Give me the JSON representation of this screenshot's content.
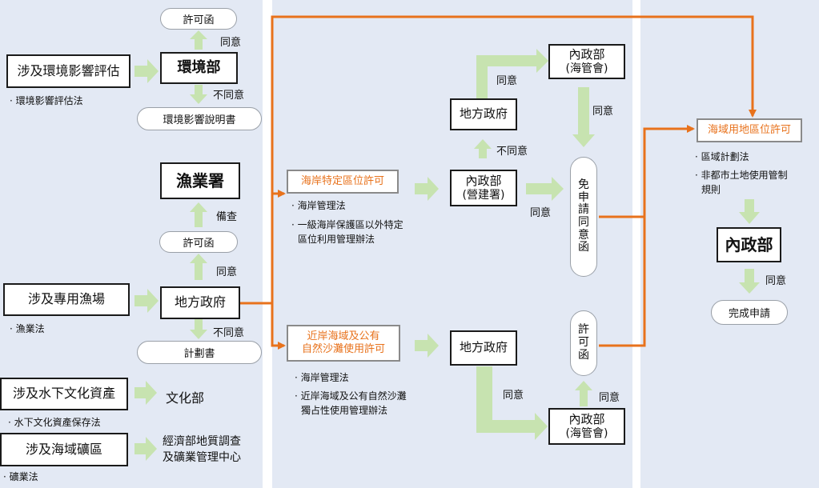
{
  "env": {
    "eia": "涉及環境影響評估",
    "eia_law": "· 環境影響評估法",
    "epa": "環境部",
    "permit": "許可函",
    "agree": "同意",
    "disagree": "不同意",
    "eis": "環境影響說明書"
  },
  "fish": {
    "agency": "漁業署",
    "record": "備查",
    "permit": "許可函",
    "agree": "同意",
    "source": "涉及專用漁場",
    "law": "· 漁業法",
    "local_gov": "地方政府",
    "disagree": "不同意",
    "plan": "計劃書"
  },
  "culture": {
    "source": "涉及水下文化資產",
    "law": "· 水下文化資產保存法",
    "agency": "文化部"
  },
  "mine": {
    "source": "涉及海域礦區",
    "law": "· 礦業法",
    "agency_line1": "經濟部地質調查",
    "agency_line2": "及礦業管理中心"
  },
  "coastal": {
    "title": "海岸特定區位許可",
    "law1": "· 海岸管理法",
    "law2_line1": "· 一級海岸保護區以外特定",
    "law2_line2": "區位利用管理辦法",
    "moi_line1": "內政部",
    "moi_line2": "(營建署)",
    "agree_right": "同意",
    "local_gov": "地方政府",
    "disagree": "不同意",
    "agree_up": "同意",
    "moi_ocean_line1": "內政部",
    "moi_ocean_line2": "(海管會)",
    "agree_down": "同意",
    "exempt": [
      "免",
      "申",
      "請",
      "同",
      "意",
      "函"
    ]
  },
  "nearshore": {
    "title_line1": "近岸海域及公有",
    "title_line2": "自然沙灘使用許可",
    "law1": "· 海岸管理法",
    "law2_line1": "· 近岸海域及公有自然沙灘",
    "law2_line2": "獨占性使用管理辦法",
    "local_gov": "地方政府",
    "agree": "同意",
    "moi_ocean_line1": "內政部",
    "moi_ocean_line2": "(海管會)",
    "agree_up": "同意",
    "permit": [
      "許",
      "可",
      "函"
    ]
  },
  "marine": {
    "title": "海域用地區位許可",
    "law1": "· 區域計劃法",
    "law2_line1": "· 非都市土地使用管制",
    "law2_line2": "規則",
    "moi": "內政部",
    "agree": "同意",
    "done": "完成申請"
  },
  "colors": {
    "panel": "#e3e9f4",
    "orange": "#e8721c",
    "green_arrow": "#c7e3b0"
  }
}
